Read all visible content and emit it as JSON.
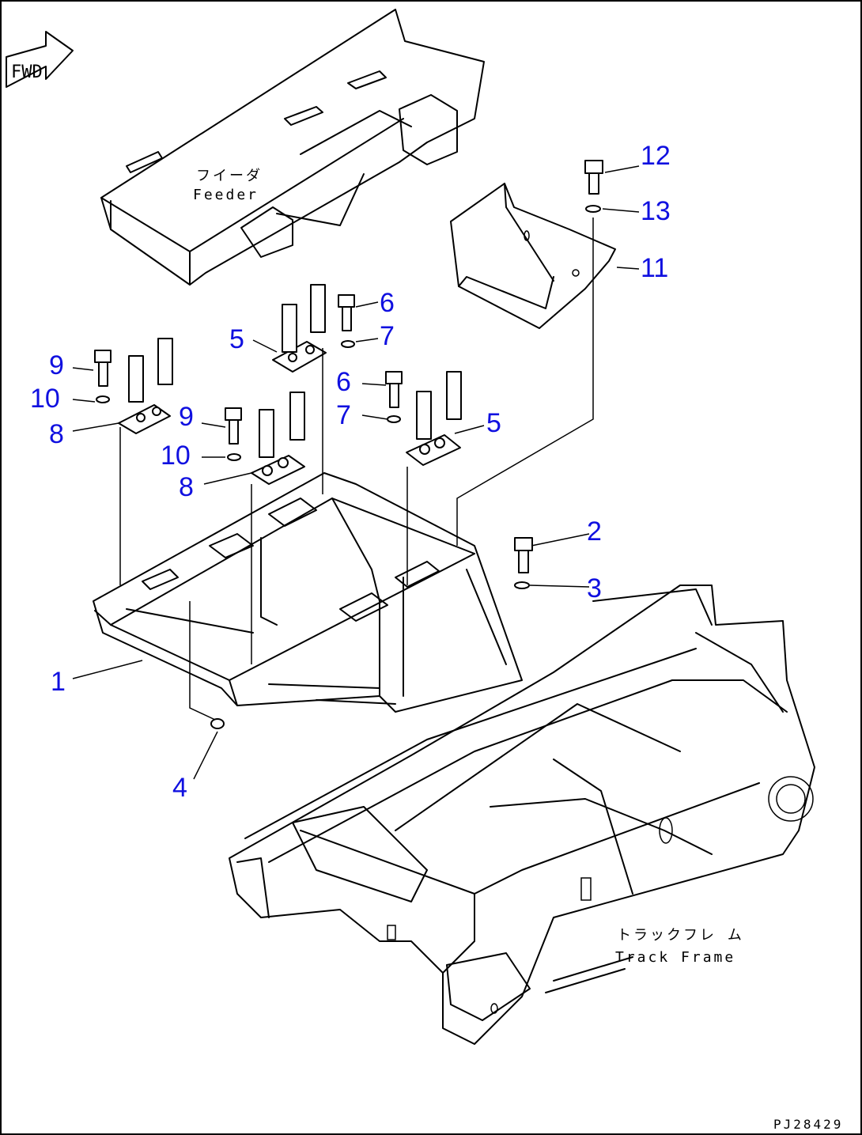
{
  "labels": {
    "feeder_jp": "フイーダ",
    "feeder_en": "Feeder",
    "track_jp": "トラックフレ ム",
    "track_en": "Track Frame",
    "drawing_code": "PJ28429",
    "fwd": "FWD"
  },
  "callouts": {
    "n1": "1",
    "n2": "2",
    "n3": "3",
    "n4": "4",
    "n5a": "5",
    "n5b": "5",
    "n6a": "6",
    "n6b": "6",
    "n7a": "7",
    "n7b": "7",
    "n8a": "8",
    "n8b": "8",
    "n9a": "9",
    "n9b": "9",
    "n10a": "10",
    "n10b": "10",
    "n11": "11",
    "n12": "12",
    "n13": "13"
  },
  "colors": {
    "callout": "#1010e0",
    "line": "#000000"
  }
}
